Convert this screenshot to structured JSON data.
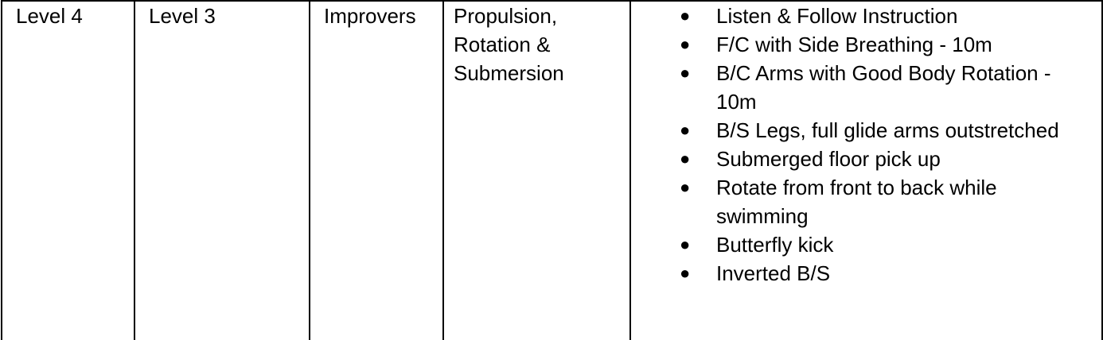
{
  "table": {
    "row": {
      "col1": "Level 4",
      "col2": "Level 3",
      "col3": "Improvers",
      "col4": "Propulsion, Rotation & Submersion",
      "skills": [
        "Listen & Follow Instruction",
        "F/C with Side Breathing - 10m",
        "B/C Arms with Good Body Rotation - 10m",
        "B/S Legs, full glide arms outstretched",
        "Submerged floor pick up",
        "Rotate from front to back while swimming",
        "Butterfly kick",
        "Inverted B/S"
      ]
    }
  },
  "icons": {
    "bullet": "bullet-dot-icon"
  },
  "colors": {
    "text": "#000000",
    "border": "#000000",
    "background": "#ffffff"
  }
}
